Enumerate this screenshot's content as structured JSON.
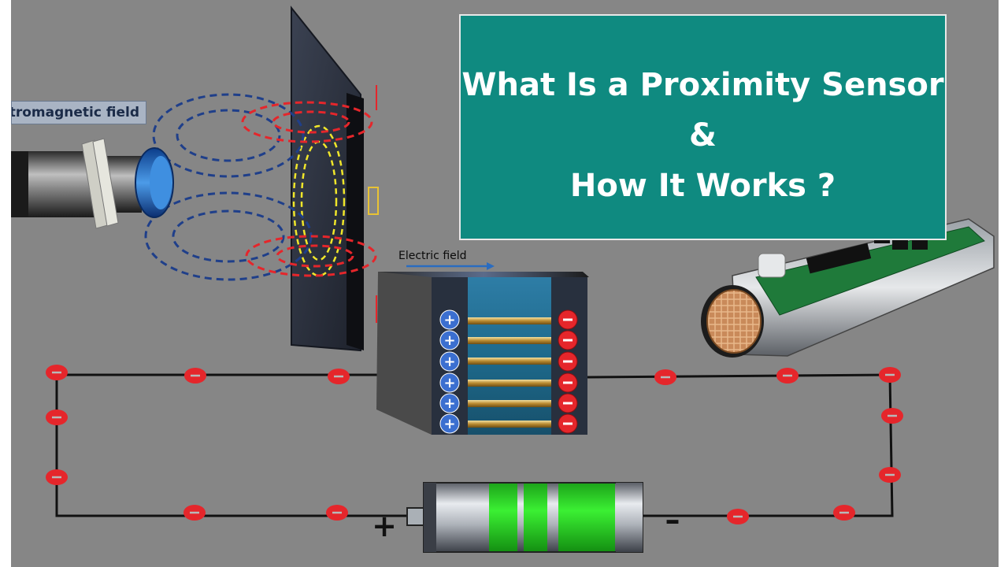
{
  "title": {
    "line1": "What Is a Proximity Sensor",
    "line2": "&",
    "line3": "How It Works ?"
  },
  "labels": {
    "electromagnetic_field": "tromagnetic field",
    "electric_field": "Electric field"
  },
  "battery": {
    "plus_sign": "+",
    "minus_sign": "–"
  },
  "colors": {
    "background": "#868686",
    "title_panel": "#0f8a80",
    "charge_negative": "#e5262b",
    "charge_positive": "#3b6fd0",
    "battery_level": "#30dc2a",
    "field_loops": "#1f3f8a"
  }
}
